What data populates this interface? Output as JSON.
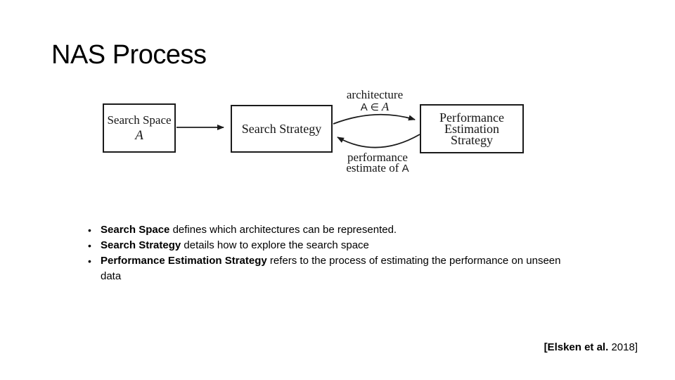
{
  "slide": {
    "title": "NAS Process",
    "bullet_glyph": "•",
    "citation": {
      "authors": "[Elsken et al.",
      "year": " 2018]"
    }
  },
  "diagram": {
    "search_space_box": {
      "line1": "Search Space",
      "symbol": "A"
    },
    "search_strategy_box": {
      "label": "Search Strategy"
    },
    "performance_box": {
      "line1": "Performance",
      "line2": "Estimation",
      "line3": "Strategy"
    },
    "top_label": {
      "line1": "architecture",
      "var": "A",
      "element_of": "∈",
      "set": "A"
    },
    "bottom_label": {
      "line1": "performance",
      "line2_prefix": "estimate of ",
      "var": "A"
    }
  },
  "bullets": [
    {
      "bold": "Search Space",
      "text": " defines which architectures can be represented."
    },
    {
      "bold": "Search Strategy",
      "text": " details how to explore the search space"
    },
    {
      "bold": "Performance Estimation Strategy",
      "text": " refers to the process of estimating the performance on unseen data"
    }
  ]
}
